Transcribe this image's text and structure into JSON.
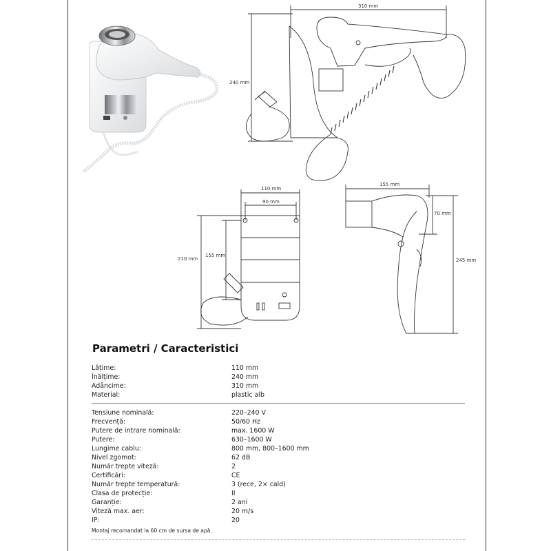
{
  "dimensions": {
    "side_width": "310 mm",
    "side_height": "240 mm",
    "holder_width": "110 mm",
    "holder_hole_spacing": "90 mm",
    "holder_height": "210 mm",
    "holder_inner_height": "155 mm",
    "dryer_length": "155 mm",
    "dryer_head": "70 mm",
    "dryer_height": "245 mm"
  },
  "section": {
    "title": "Parametri / Caracteristici"
  },
  "group1": [
    {
      "label": "Lățime:",
      "value": "110 mm"
    },
    {
      "label": "Înălțime:",
      "value": "240 mm"
    },
    {
      "label": "Adâncime:",
      "value": "310 mm"
    },
    {
      "label": "Material:",
      "value": "plastic alb"
    }
  ],
  "group2": [
    {
      "label": "Tensiune nominală:",
      "value": "220–240 V"
    },
    {
      "label": "Frecvență:",
      "value": "50/60 Hz"
    },
    {
      "label": "Putere de intrare nominală:",
      "value": "max. 1600 W"
    },
    {
      "label": "Putere:",
      "value": "630–1600 W"
    },
    {
      "label": "Lungime cablu:",
      "value": "800 mm, 800–1600 mm"
    },
    {
      "label": "Nivel zgomot:",
      "value": "62 dB"
    },
    {
      "label": "Număr trepte viteză:",
      "value": "2"
    },
    {
      "label": "Certificări:",
      "value": "CE"
    },
    {
      "label": "Număr trepte temperatură:",
      "value": "3 (rece, 2× cald)"
    },
    {
      "label": "Clasa de protecție:",
      "value": "II"
    },
    {
      "label": "Garanție:",
      "value": "2 ani"
    },
    {
      "label": "Viteză max. aer:",
      "value": "20 m/s"
    },
    {
      "label": "IP:",
      "value": "20"
    }
  ],
  "note": "Montaj recomandat la 60 cm de sursa de apă.",
  "colors": {
    "line": "#333333",
    "photo_bg": "#ffffff",
    "chrome": "#9aa0a6"
  }
}
